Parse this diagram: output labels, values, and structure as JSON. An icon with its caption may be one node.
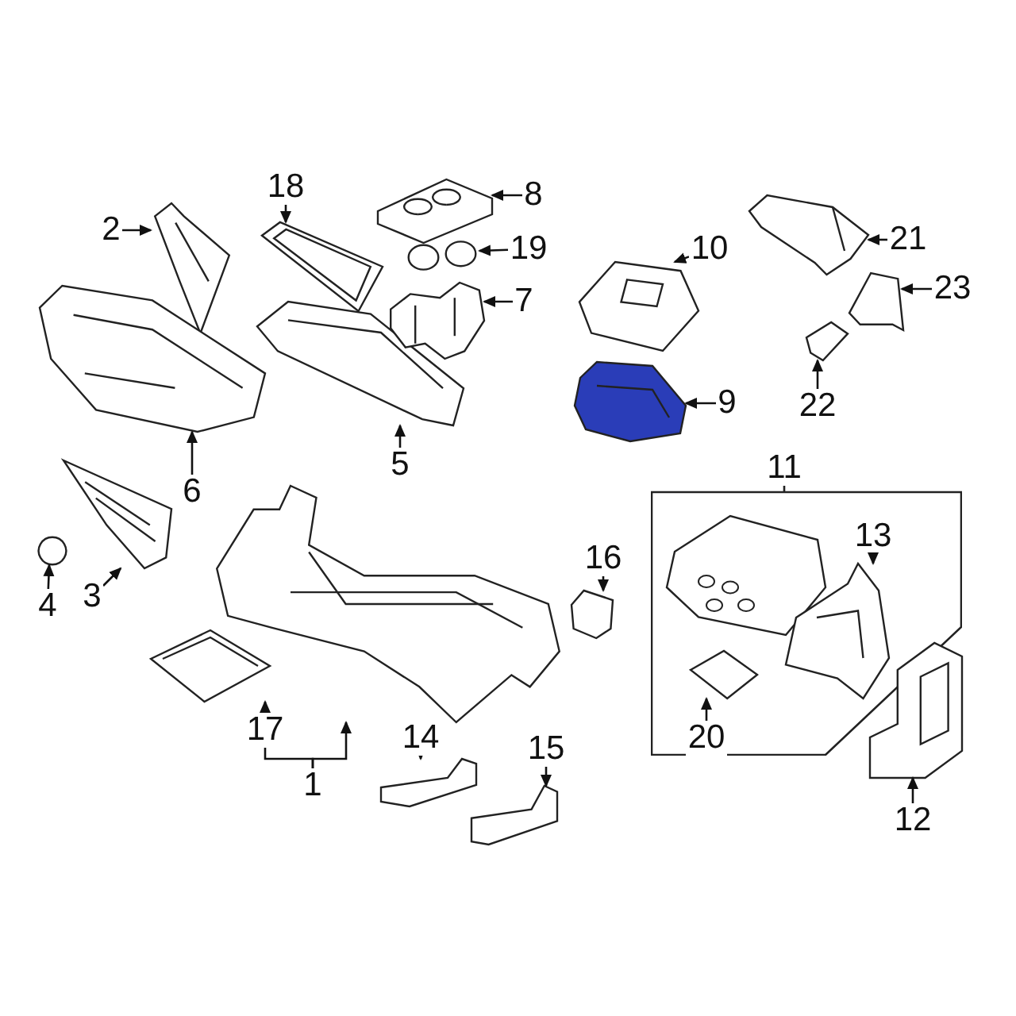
{
  "diagram": {
    "nodes": [
      {
        "text": [
          "1"
        ]
      },
      {
        "text": [],
        "shape": "picture"
      },
      {
        "text": [
          "2"
        ]
      },
      {
        "text": [],
        "shape": "picture"
      },
      {
        "text": [
          "3"
        ]
      },
      {
        "text": [],
        "shape": "picture"
      },
      {
        "text": [
          "4"
        ]
      },
      {
        "text": [],
        "shape": "circle"
      },
      {
        "text": [
          "5"
        ]
      },
      {
        "text": [],
        "shape": "picture"
      },
      {
        "text": [
          "6"
        ]
      },
      {
        "text": [],
        "shape": "picture"
      },
      {
        "text": [
          "7"
        ]
      },
      {
        "text": [],
        "shape": "picture"
      },
      {
        "text": [
          "8"
        ]
      },
      {
        "text": [],
        "shape": "picture"
      },
      {
        "text": [
          "9"
        ]
      },
      {
        "text": [],
        "shape": "picture"
      },
      {
        "text": [
          "10"
        ]
      },
      {
        "text": [],
        "shape": "picture"
      },
      {
        "text": [
          "11"
        ]
      },
      {
        "text": [
          "12"
        ]
      },
      {
        "text": [],
        "shape": "picture"
      },
      {
        "text": [
          "13"
        ],
        "in": 20
      },
      {
        "text": [],
        "shape": "picture",
        "in": 20
      },
      {
        "text": [
          "14"
        ]
      },
      {
        "text": [],
        "shape": "picture"
      },
      {
        "text": [
          "15"
        ]
      },
      {
        "text": [],
        "shape": "picture"
      },
      {
        "text": [
          "16"
        ]
      },
      {
        "text": [],
        "shape": "picture"
      },
      {
        "text": [
          "17"
        ]
      },
      {
        "text": [],
        "shape": "picture"
      },
      {
        "text": [
          "18"
        ]
      },
      {
        "text": [],
        "shape": "picture"
      },
      {
        "text": [
          "19"
        ]
      },
      {
        "text": [],
        "shape": "picture"
      },
      {
        "text": [
          "20"
        ],
        "in": 20
      },
      {
        "text": [],
        "shape": "picture",
        "in": 20
      },
      {
        "text": [
          "21"
        ]
      },
      {
        "text": [],
        "shape": "picture"
      },
      {
        "text": [
          "22"
        ]
      },
      {
        "text": [],
        "shape": "picture"
      },
      {
        "text": [
          "23"
        ]
      },
      {
        "text": [],
        "shape": "picture"
      }
    ],
    "edges": [
      {
        "from": 0,
        "to": 1,
        "arrow": "to"
      },
      {
        "from": 0,
        "to": 31,
        "arrow": "none"
      },
      {
        "from": 2,
        "to": 3,
        "arrow": "to"
      },
      {
        "from": 4,
        "to": 5,
        "arrow": "to"
      },
      {
        "from": 6,
        "to": 7,
        "arrow": "to"
      },
      {
        "from": 8,
        "to": 9,
        "arrow": "to"
      },
      {
        "from": 10,
        "to": 11,
        "arrow": "to"
      },
      {
        "from": 12,
        "to": 13,
        "arrow": "to"
      },
      {
        "from": 14,
        "to": 15,
        "arrow": "to"
      },
      {
        "from": 16,
        "to": 17,
        "arrow": "to"
      },
      {
        "from": 18,
        "to": 19,
        "arrow": "to"
      },
      {
        "from": 21,
        "to": 22,
        "arrow": "to"
      },
      {
        "from": 23,
        "to": 24,
        "arrow": "to"
      },
      {
        "from": 25,
        "to": 26,
        "arrow": "to"
      },
      {
        "from": 27,
        "to": 28,
        "arrow": "to"
      },
      {
        "from": 29,
        "to": 30,
        "arrow": "to"
      },
      {
        "from": 31,
        "to": 32,
        "arrow": "to"
      },
      {
        "from": 33,
        "to": 34,
        "arrow": "to"
      },
      {
        "from": 35,
        "to": 36,
        "arrow": "to"
      },
      {
        "from": 37,
        "to": 38,
        "arrow": "to"
      },
      {
        "from": 39,
        "to": 40,
        "arrow": "to"
      },
      {
        "from": 41,
        "to": 42,
        "arrow": "to"
      },
      {
        "from": 43,
        "to": 44,
        "arrow": "to"
      }
    ]
  }
}
